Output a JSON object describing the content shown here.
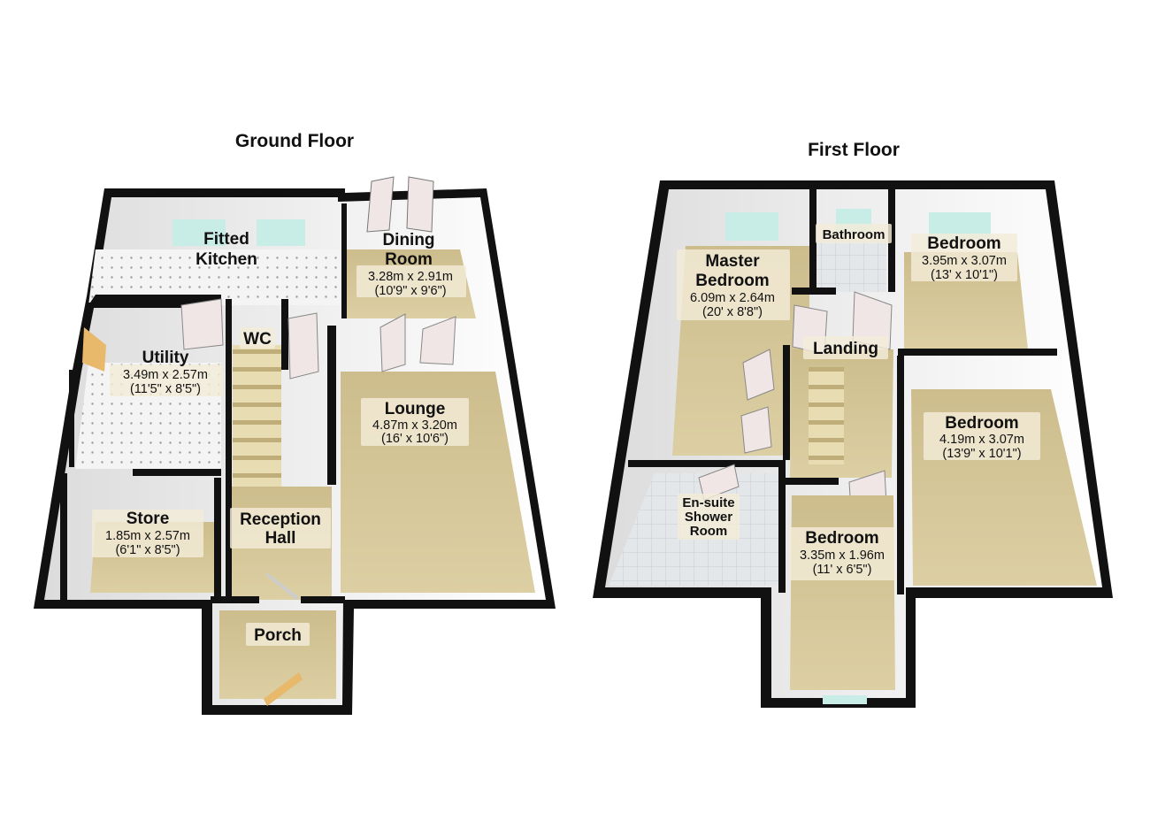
{
  "floors": {
    "ground": {
      "title": "Ground Floor",
      "rooms": {
        "kitchen": {
          "name_line1": "Fitted",
          "name_line2": "Kitchen"
        },
        "dining": {
          "name_line1": "Dining",
          "name_line2": "Room",
          "metric": "3.28m x 2.91m",
          "imperial": "(10'9\" x 9'6\")"
        },
        "utility": {
          "name": "Utility",
          "metric": "3.49m x 2.57m",
          "imperial": "(11'5\" x 8'5\")"
        },
        "wc": {
          "name": "WC"
        },
        "lounge": {
          "name": "Lounge",
          "metric": "4.87m x 3.20m",
          "imperial": "(16' x 10'6\")"
        },
        "store": {
          "name": "Store",
          "metric": "1.85m x 2.57m",
          "imperial": "(6'1\" x 8'5\")"
        },
        "reception": {
          "name_line1": "Reception",
          "name_line2": "Hall"
        },
        "porch": {
          "name": "Porch"
        }
      }
    },
    "first": {
      "title": "First Floor",
      "rooms": {
        "master": {
          "name_line1": "Master",
          "name_line2": "Bedroom",
          "metric": "6.09m x 2.64m",
          "imperial": "(20' x 8'8\")"
        },
        "bathroom": {
          "name": "Bathroom"
        },
        "bedroom_top": {
          "name": "Bedroom",
          "metric": "3.95m x 3.07m",
          "imperial": "(13' x 10'1\")"
        },
        "landing": {
          "name": "Landing"
        },
        "bedroom_right": {
          "name": "Bedroom",
          "metric": "4.19m x 3.07m",
          "imperial": "(13'9\" x 10'1\")"
        },
        "ensuite": {
          "name_line1": "En-suite",
          "name_line2": "Shower",
          "name_line3": "Room"
        },
        "bedroom_bottom": {
          "name": "Bedroom",
          "metric": "3.35m x 1.96m",
          "imperial": "(11' x 6'5\")"
        }
      }
    }
  },
  "colors": {
    "wall": "#111111",
    "wall_face": "#ffffff",
    "carpet": "#d6c79a",
    "tile_floor": "#dfe3e6",
    "window_glass": "#c8ece6",
    "door": "#f1e6e6"
  }
}
